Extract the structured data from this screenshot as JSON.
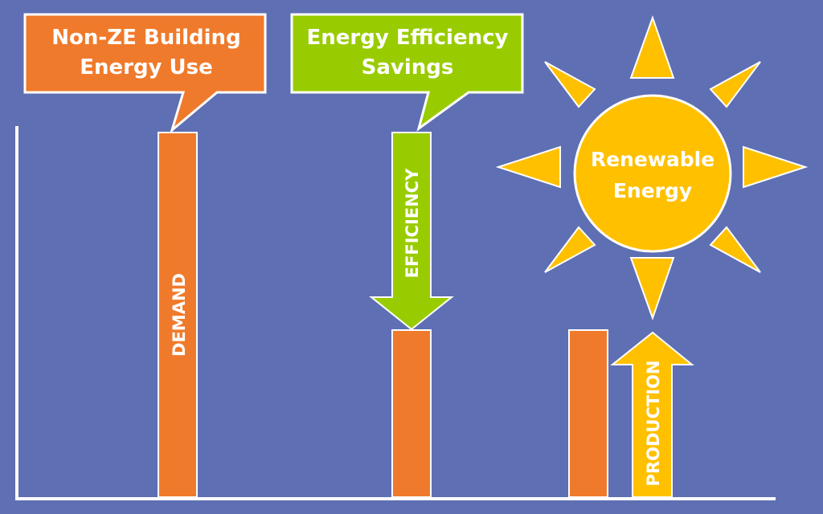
{
  "colors": {
    "background": "#5f6fb3",
    "demand_orange": "#f07a2b",
    "efficiency_green": "#99cc00",
    "sun_yellow": "#ffc000",
    "outline": "#ffffff"
  },
  "callouts": {
    "demand": {
      "line1": "Non-ZE Building",
      "line2": "Energy Use"
    },
    "efficiency": {
      "line1": "Energy Efficiency",
      "line2": "Savings"
    }
  },
  "bars": {
    "demand": "DEMAND",
    "efficiency": "EFFICIENCY",
    "production": "PRODUCTION"
  },
  "sun": {
    "line1": "Renewable",
    "line2": "Energy"
  }
}
